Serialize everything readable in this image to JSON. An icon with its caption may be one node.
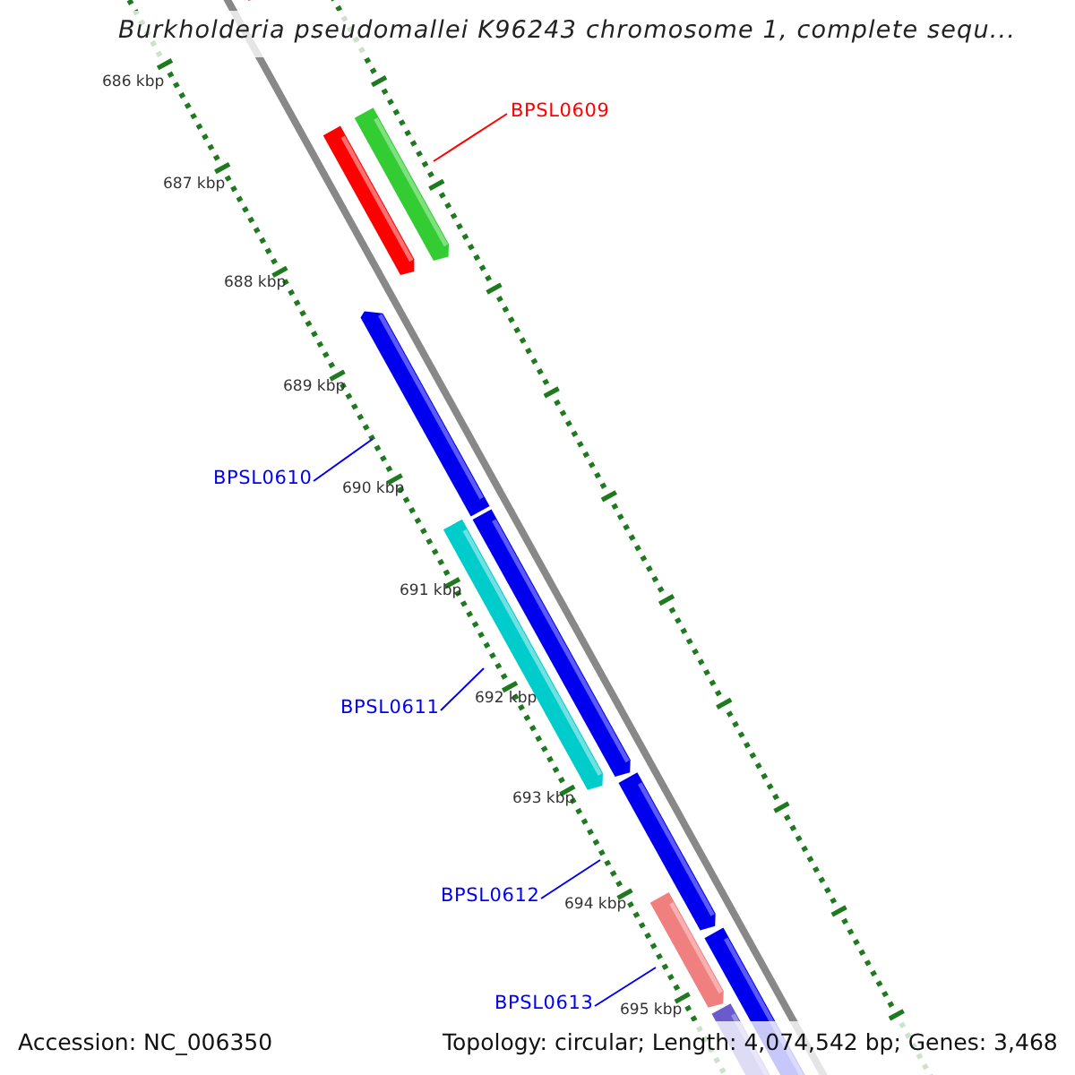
{
  "diagram": {
    "title": "Burkholderia pseudomallei K96243 chromosome 1, complete sequ...",
    "nodes": [
      {
        "text": [
          "BPSL0609"
        ]
      },
      {
        "text": [
          "BPSL0610"
        ]
      },
      {
        "text": [
          "BPSL0611"
        ]
      },
      {
        "text": [
          "BPSL0612"
        ]
      },
      {
        "text": [
          "BPSL0613"
        ]
      }
    ],
    "edges": [
      {
        "from": 0,
        "to": null,
        "arrow": "none",
        "color": "#ff0000"
      },
      {
        "from": 1,
        "to": null,
        "arrow": "none"
      },
      {
        "from": 2,
        "to": null,
        "arrow": "none"
      },
      {
        "from": 3,
        "to": null,
        "arrow": "none"
      },
      {
        "from": 4,
        "to": null,
        "arrow": "none"
      }
    ],
    "labels": [
      "686 kbp",
      "687 kbp",
      "688 kbp",
      "689 kbp",
      "690 kbp",
      "691 kbp",
      "692 kbp",
      "693 kbp",
      "694 kbp",
      "695 kbp",
      "Accession: NC_006350",
      "Topology: circular; Length: 4,074,542 bp; Genes: 3,468"
    ]
  }
}
